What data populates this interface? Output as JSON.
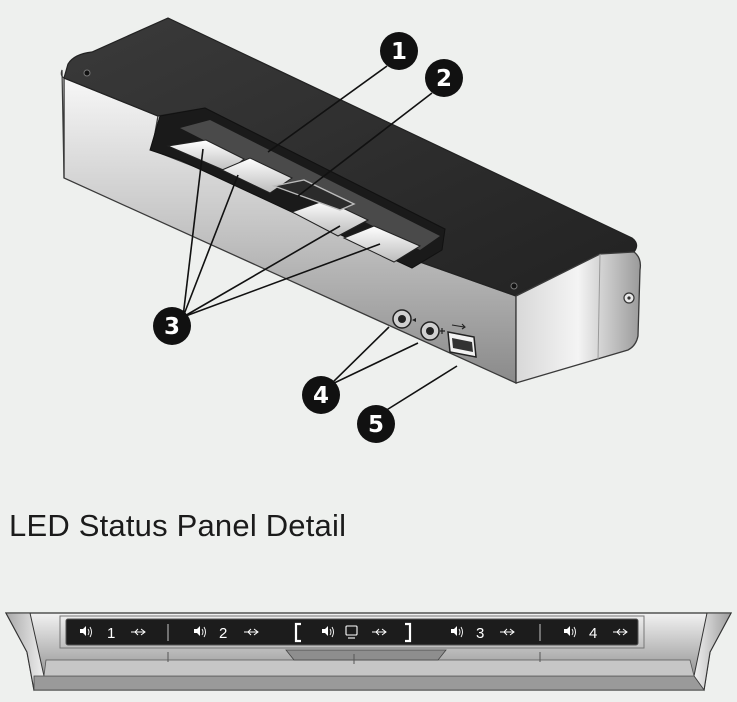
{
  "panel_title": "LED Status Panel Detail",
  "callouts": [
    "1",
    "2",
    "3",
    "4",
    "5"
  ],
  "led_ports": [
    {
      "label": "1"
    },
    {
      "label": "2"
    },
    {
      "label": "3"
    },
    {
      "label": "4"
    }
  ],
  "led_center_icons": [
    "speaker-icon",
    "monitor-icon",
    "usb-icon"
  ],
  "led_port_icons": [
    "speaker-icon",
    "usb-icon"
  ],
  "colors": {
    "background": "#eef0ee",
    "device_top": "#2f2f2f",
    "callout_fill": "#111111",
    "led_panel": "#1c1c1c"
  }
}
